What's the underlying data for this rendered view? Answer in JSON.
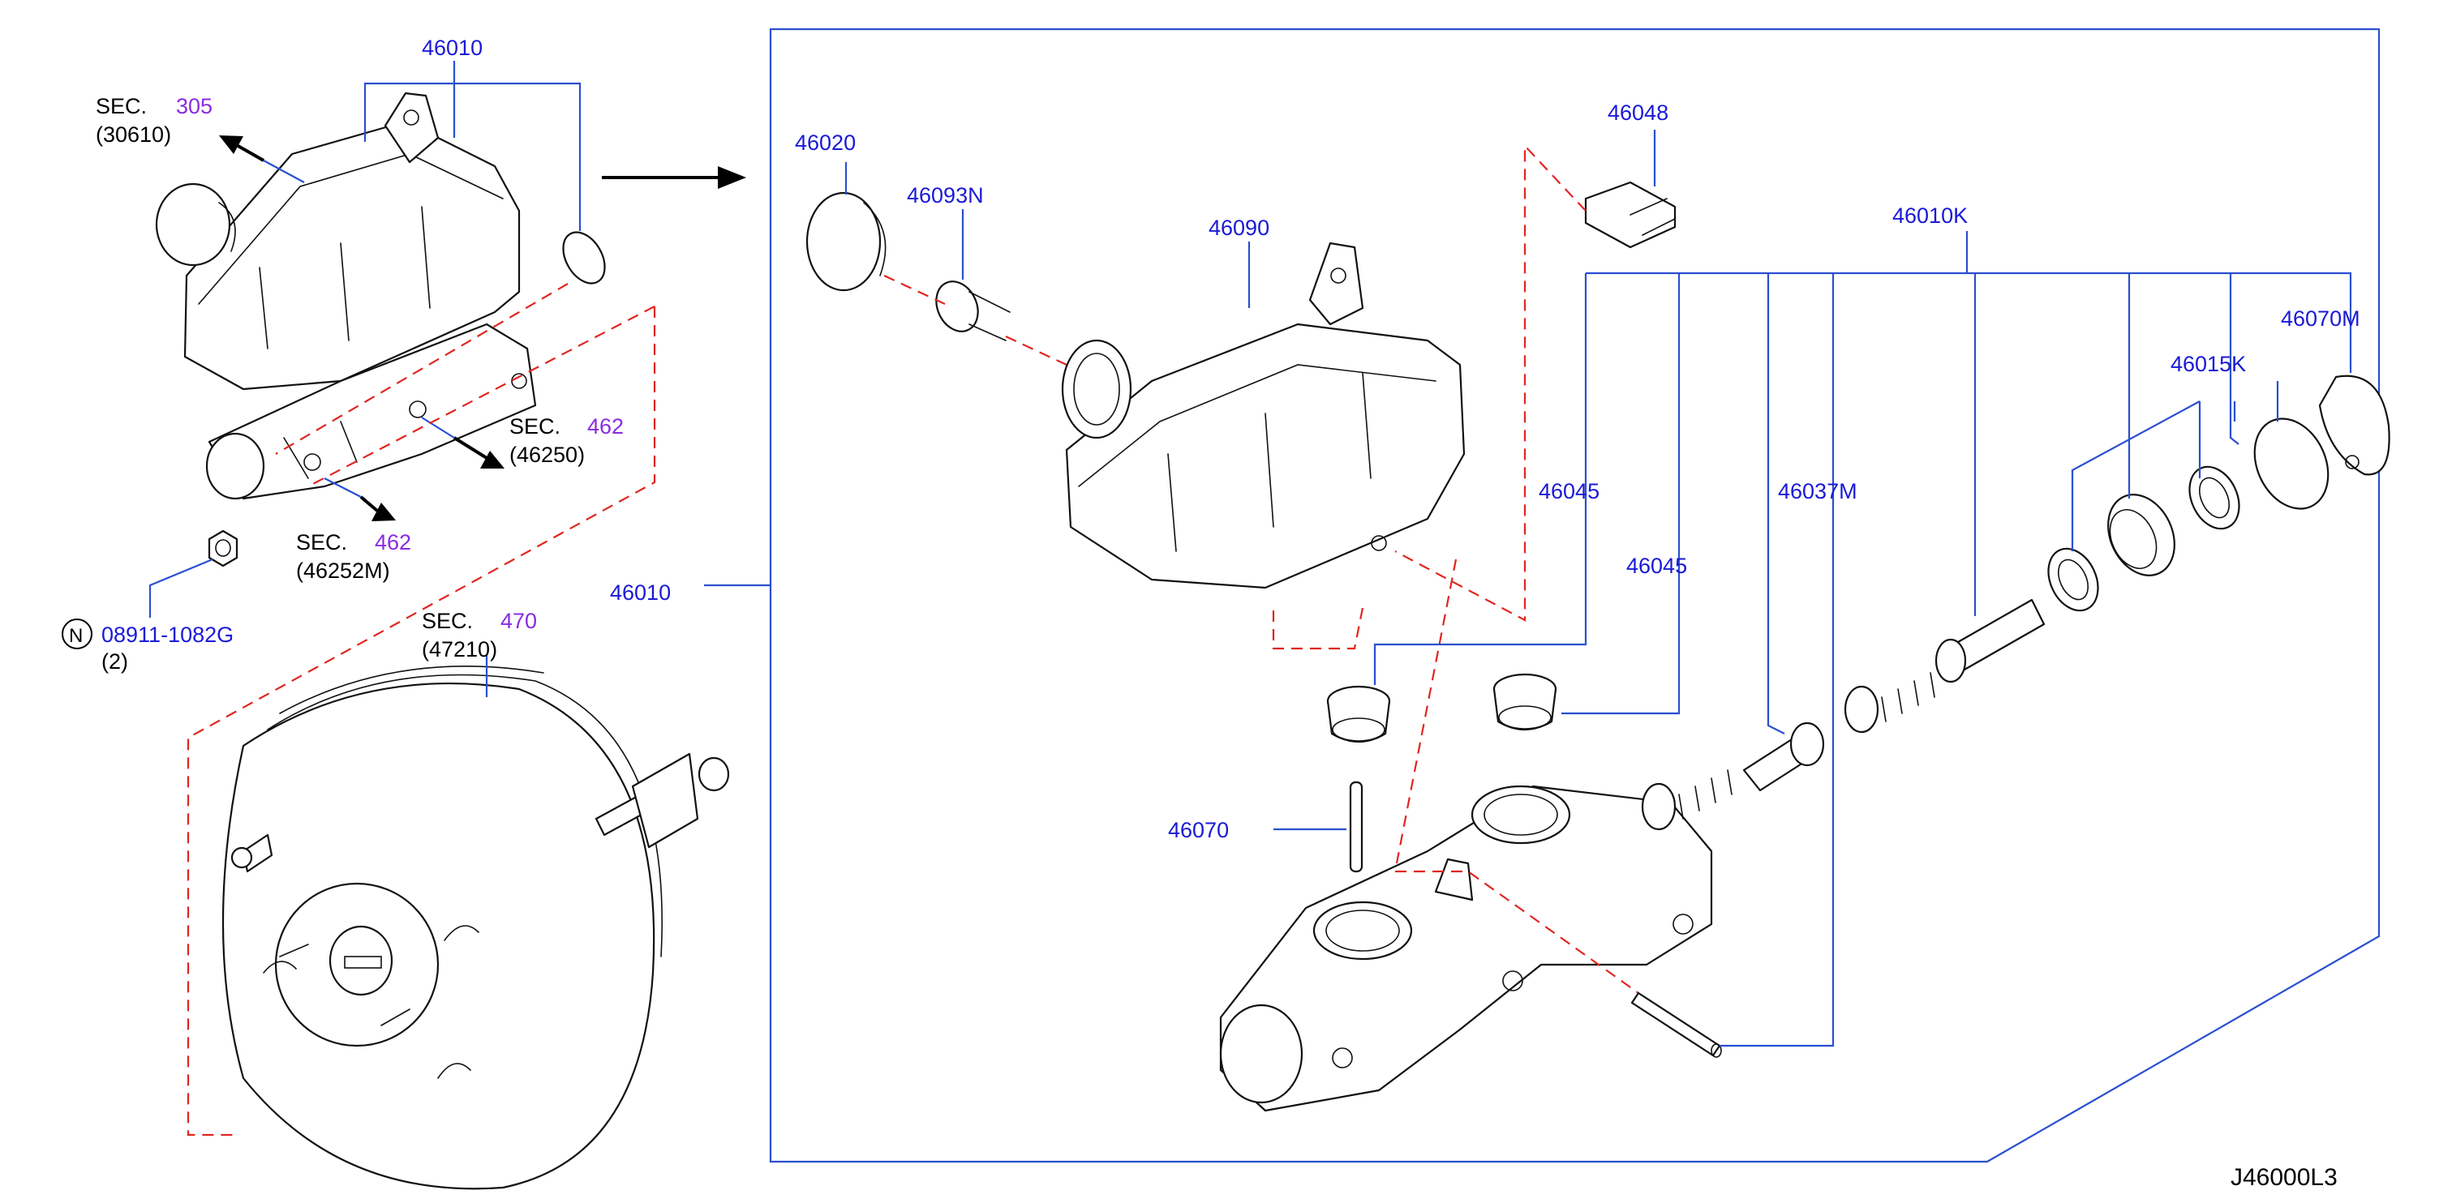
{
  "labels": {
    "top_assembly": "46010",
    "side_assembly": "46010",
    "cap": "46020",
    "strainer": "46093N",
    "reservoir": "46090",
    "sensor": "46048",
    "kit": "46010K",
    "ring": "46070M",
    "seal_kit": "46015K",
    "grommet_upper": "46045",
    "grommet_lower": "46045",
    "piston": "46037M",
    "pin": "46070",
    "nut_part": "08911-1082G",
    "nut_qty": "(2)",
    "nut_symbol": "N",
    "drawing_id": "J46000L3"
  },
  "sections": {
    "s305": {
      "prefix": "SEC.",
      "num": "305",
      "ref": "(30610)"
    },
    "s462a": {
      "prefix": "SEC.",
      "num": "462",
      "ref": "(46250)"
    },
    "s462b": {
      "prefix": "SEC.",
      "num": "462",
      "ref": "(46252M)"
    },
    "s470": {
      "prefix": "SEC.",
      "num": "470",
      "ref": "(47210)"
    }
  },
  "colors": {
    "part_number": "#1a1ad6",
    "section_number": "#8a2be2",
    "leader": "#2a4fd0",
    "dashed": "#e0261f"
  }
}
